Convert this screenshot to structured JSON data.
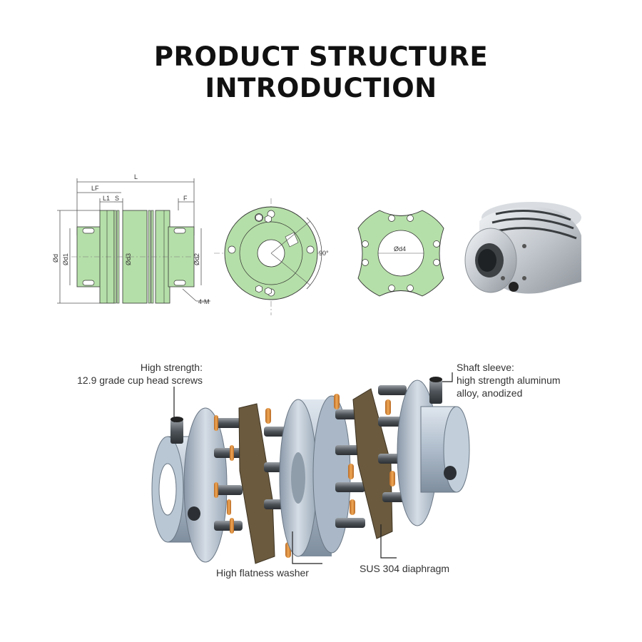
{
  "header": {
    "title_line1": "PRODUCT STRUCTURE",
    "title_line2": "INTRODUCTION"
  },
  "dimensions": {
    "L": "L",
    "LF": "LF",
    "L1": "L1",
    "S": "S",
    "F": "F",
    "outer_diameter": "Ød",
    "bore_diameter_left": "Ød1",
    "middle_diameter": "Ød3",
    "bore_diameter_right": "Ød2",
    "screw_count": "4-M",
    "angle": "90°",
    "diaphragm_diameter": "Ød4"
  },
  "callouts": {
    "screws_line1": "High strength:",
    "screws_line2": "12.9 grade cup head screws",
    "sleeve_line1": "Shaft sleeve:",
    "sleeve_line2": "high strength aluminum",
    "sleeve_line3": "alloy, anodized",
    "washer": "High flatness washer",
    "diaphragm": "SUS 304 diaphragm"
  },
  "colors": {
    "drawing_green": "#b5dfa8",
    "line_dark": "#333333",
    "metal_blue": "#aab9c9",
    "washer_orange": "#d98a3c",
    "diaphragm_brown": "#6b5a3e"
  }
}
